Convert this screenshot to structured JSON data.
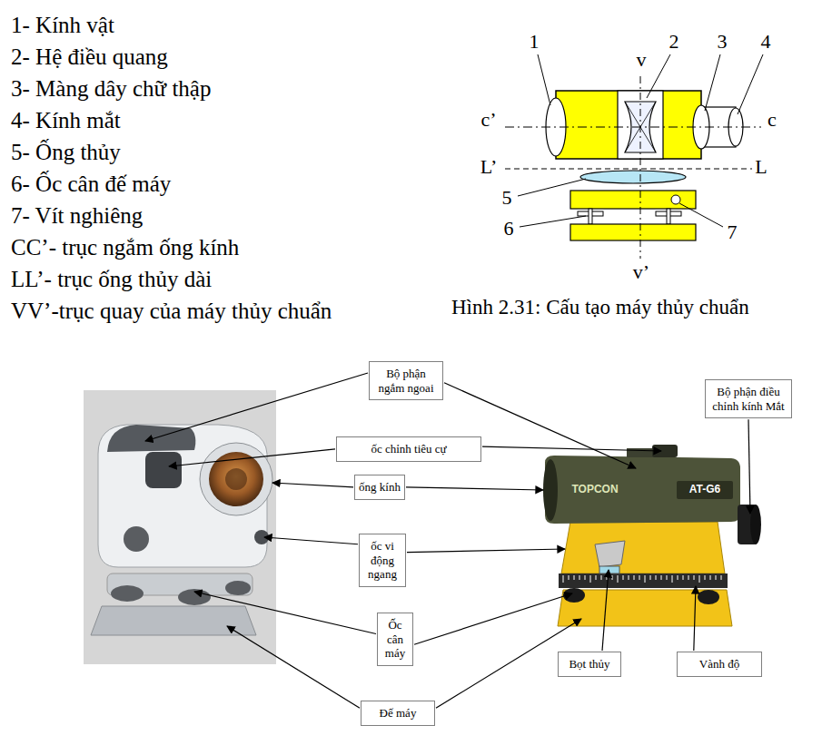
{
  "diagram": {
    "caption": "Hình 2.31: Cấu tạo máy thủy chuẩn",
    "nodes": [
      {
        "text": [
          "Bộ phận ngắm ngoai"
        ]
      },
      {
        "text": [
          "Bộ phận điều chỉnh kính Mắt"
        ]
      },
      {
        "text": [
          "ốc chỉnh tiêu cự"
        ]
      },
      {
        "text": [
          "ống kính"
        ]
      },
      {
        "text": [
          "ốc vi động ngang"
        ]
      },
      {
        "text": [
          "Ốc cân máy"
        ]
      },
      {
        "text": [
          "Bọt thủy"
        ]
      },
      {
        "text": [
          "Vành độ"
        ]
      },
      {
        "text": [
          "Đế máy"
        ]
      }
    ],
    "edges": [],
    "labels": [
      "1- Kính vật",
      "2- Hệ điều quang",
      "3- Màng dây chữ thập",
      "4- Kính mắt",
      "5- Ống thủy",
      "6- Ốc cân đế máy",
      "7- Vít nghiêng",
      "CC’- trục ngắm ống kính",
      "LL’- trục ống thủy dài",
      "VV’-trục quay của máy thủy chuẩn",
      "1",
      "2",
      "3",
      "4",
      "v",
      "c’",
      "c",
      "L’",
      "L",
      "5",
      "6",
      "7",
      "v’",
      "TOPCON",
      "AT-G6"
    ]
  }
}
